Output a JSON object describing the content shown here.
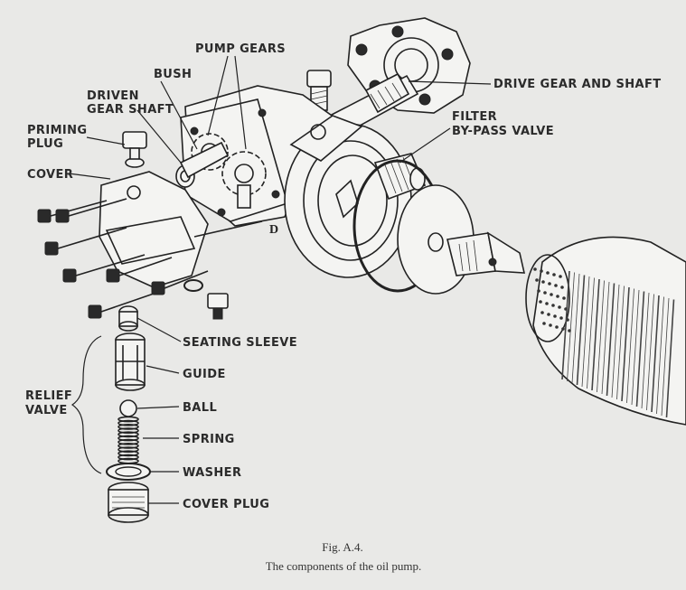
{
  "labels": {
    "pump_gears": "PUMP GEARS",
    "bush": "BUSH",
    "driven_gear_shaft_1": "DRIVEN",
    "driven_gear_shaft_2": "GEAR SHAFT",
    "priming_plug_1": "PRIMING",
    "priming_plug_2": "PLUG",
    "cover": "COVER",
    "drive_gear_and_shaft": "DRIVE GEAR AND SHAFT",
    "filter_bypass_valve_1": "FILTER",
    "filter_bypass_valve_2": "BY-PASS VALVE",
    "seating_sleeve": "SEATING SLEEVE",
    "guide": "GUIDE",
    "relief_valve_1": "RELIEF",
    "relief_valve_2": "VALVE",
    "ball": "BALL",
    "spring": "SPRING",
    "washer": "WASHER",
    "cover_plug": "COVER PLUG",
    "d_mark": "D"
  },
  "caption": {
    "figure": "Fig. A.4.",
    "text": "The components of the oil pump."
  }
}
